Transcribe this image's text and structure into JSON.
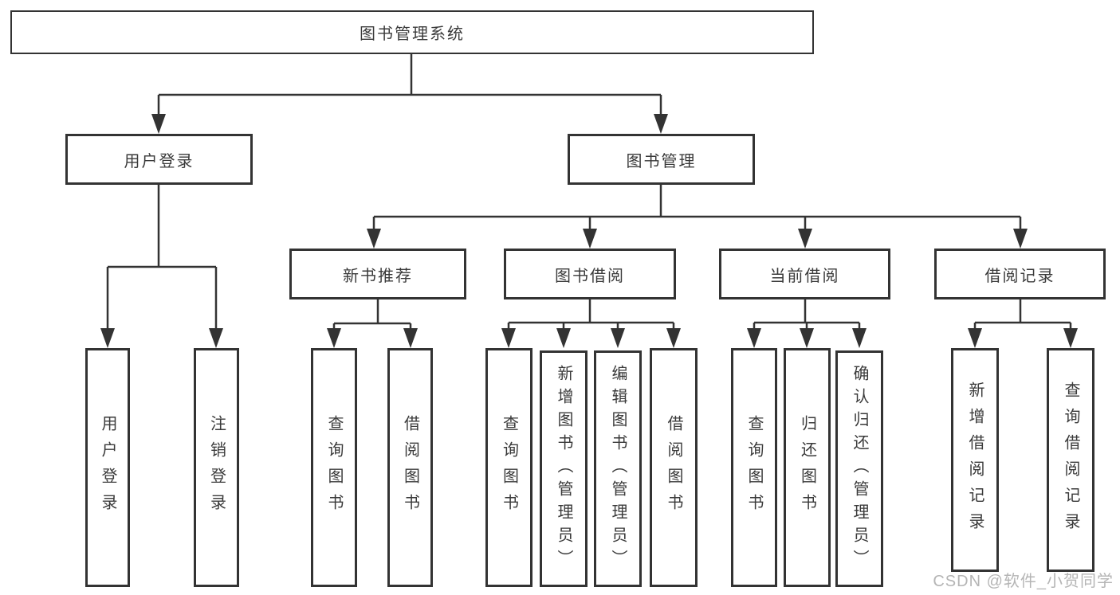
{
  "tree": {
    "root": {
      "label": "图书管理系统"
    },
    "branches": [
      {
        "label": "用户登录",
        "children": [
          {
            "label": "用户登录"
          },
          {
            "label": "注销登录"
          }
        ]
      },
      {
        "label": "图书管理",
        "children": [
          {
            "label": "新书推荐",
            "children": [
              {
                "label": "查询图书"
              },
              {
                "label": "借阅图书"
              }
            ]
          },
          {
            "label": "图书借阅",
            "children": [
              {
                "label": "查询图书"
              },
              {
                "label": "新增图书（管理员）"
              },
              {
                "label": "编辑图书（管理员）"
              },
              {
                "label": "借阅图书"
              }
            ]
          },
          {
            "label": "当前借阅",
            "children": [
              {
                "label": "查询图书"
              },
              {
                "label": "归还图书"
              },
              {
                "label": "确认归还（管理员）"
              }
            ]
          },
          {
            "label": "借阅记录",
            "children": [
              {
                "label": "新增借阅记录"
              },
              {
                "label": "查询借阅记录"
              }
            ]
          }
        ]
      }
    ]
  },
  "watermark": {
    "text": "CSDN @软件_小贺同学"
  },
  "colors": {
    "line": "#333333",
    "text": "#3a3a3a",
    "watermark": "#b5b5b5",
    "background": "#ffffff"
  }
}
